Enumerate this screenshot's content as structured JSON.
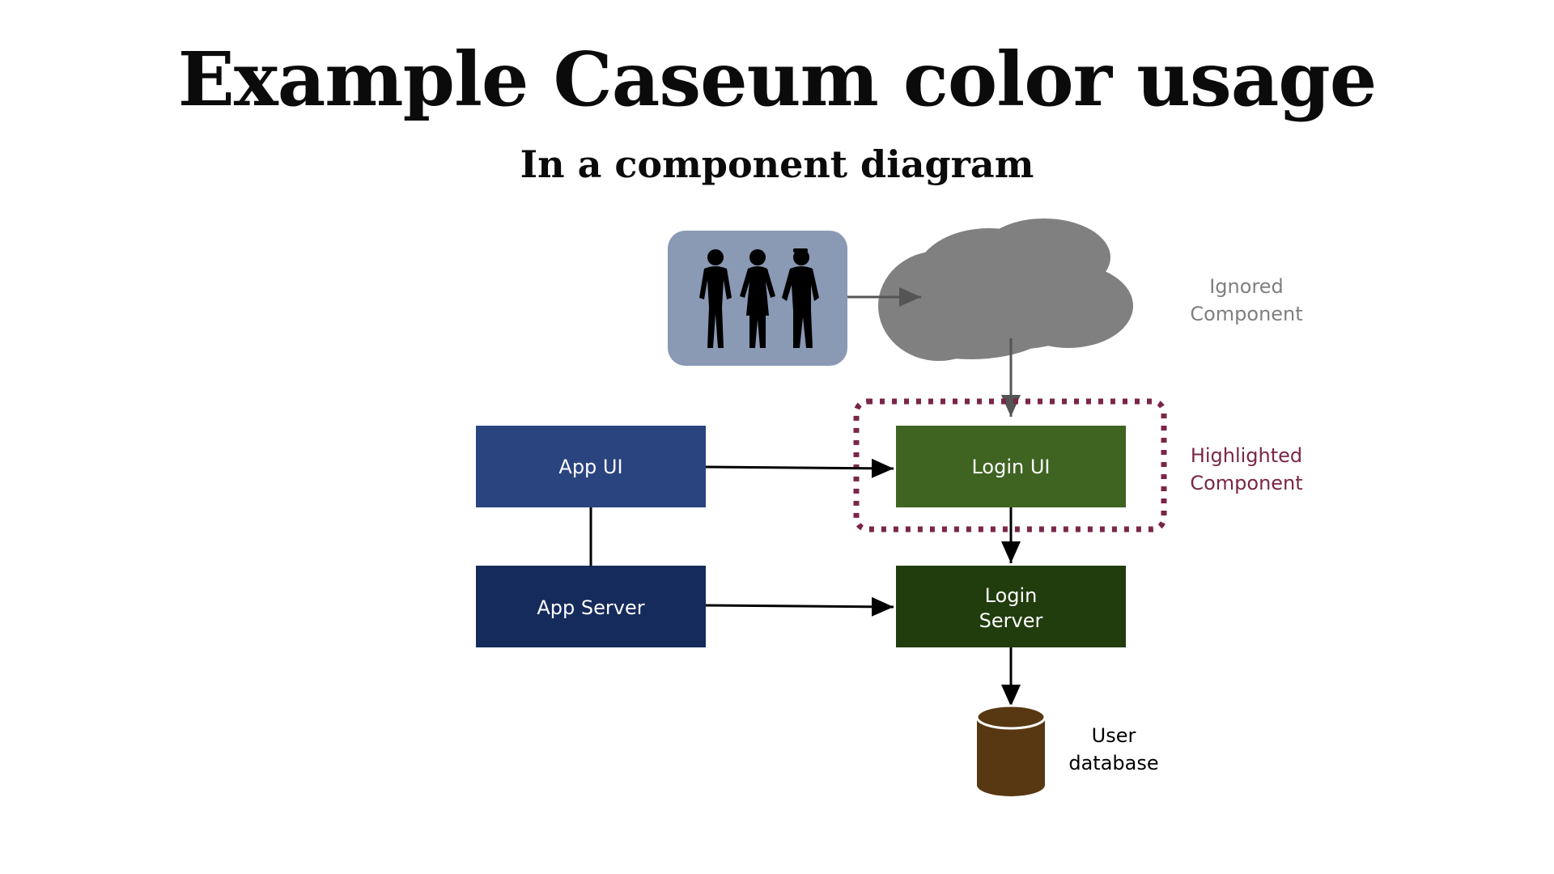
{
  "slide": {
    "title": "Example Caseum color usage",
    "subtitle": "In a component diagram"
  },
  "components": {
    "app_ui": {
      "label": "App UI",
      "color": "#2a4480"
    },
    "app_server": {
      "label": "App Server",
      "color": "#152b5c"
    },
    "login_ui": {
      "label": "Login UI",
      "color": "#3f6321"
    },
    "login_server": {
      "label_line1": "Login",
      "label_line2": "Server",
      "color": "#213c0d"
    },
    "users": {
      "icon": "people-silhouettes-icon",
      "color": "#8a99b4"
    },
    "cloud": {
      "icon": "cloud-icon",
      "color": "#808080"
    },
    "database": {
      "icon": "database-cylinder-icon",
      "color": "#573813"
    }
  },
  "labels": {
    "ignored": {
      "line1": "Ignored",
      "line2": "Component",
      "color": "#7f7f7f"
    },
    "highlighted": {
      "line1": "Highlighted",
      "line2": "Component",
      "color": "#7a2648"
    },
    "database": {
      "line1": "User",
      "line2": "database",
      "color": "#000000"
    }
  },
  "highlight_border": {
    "color": "#7a2648",
    "style": "dotted"
  }
}
